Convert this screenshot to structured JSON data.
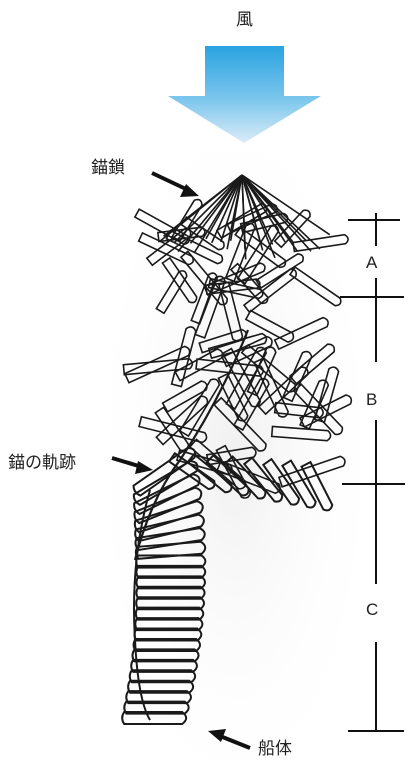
{
  "labels": {
    "wind": "風",
    "anchor_chain": "錨鎖",
    "anchor_track": "錨の軌跡",
    "hull": "船体"
  },
  "segments": {
    "a": "A",
    "b": "B",
    "c": "C"
  },
  "colors": {
    "wind_arrow_top": "#29a3e0",
    "wind_arrow_bottom": "#dcecf8",
    "ink": "#1a1a1a",
    "smudge": "#e8e8e8"
  },
  "icons": {
    "wind_arrow": "down-arrow-icon",
    "pointer": "arrow-pointer-icon"
  }
}
